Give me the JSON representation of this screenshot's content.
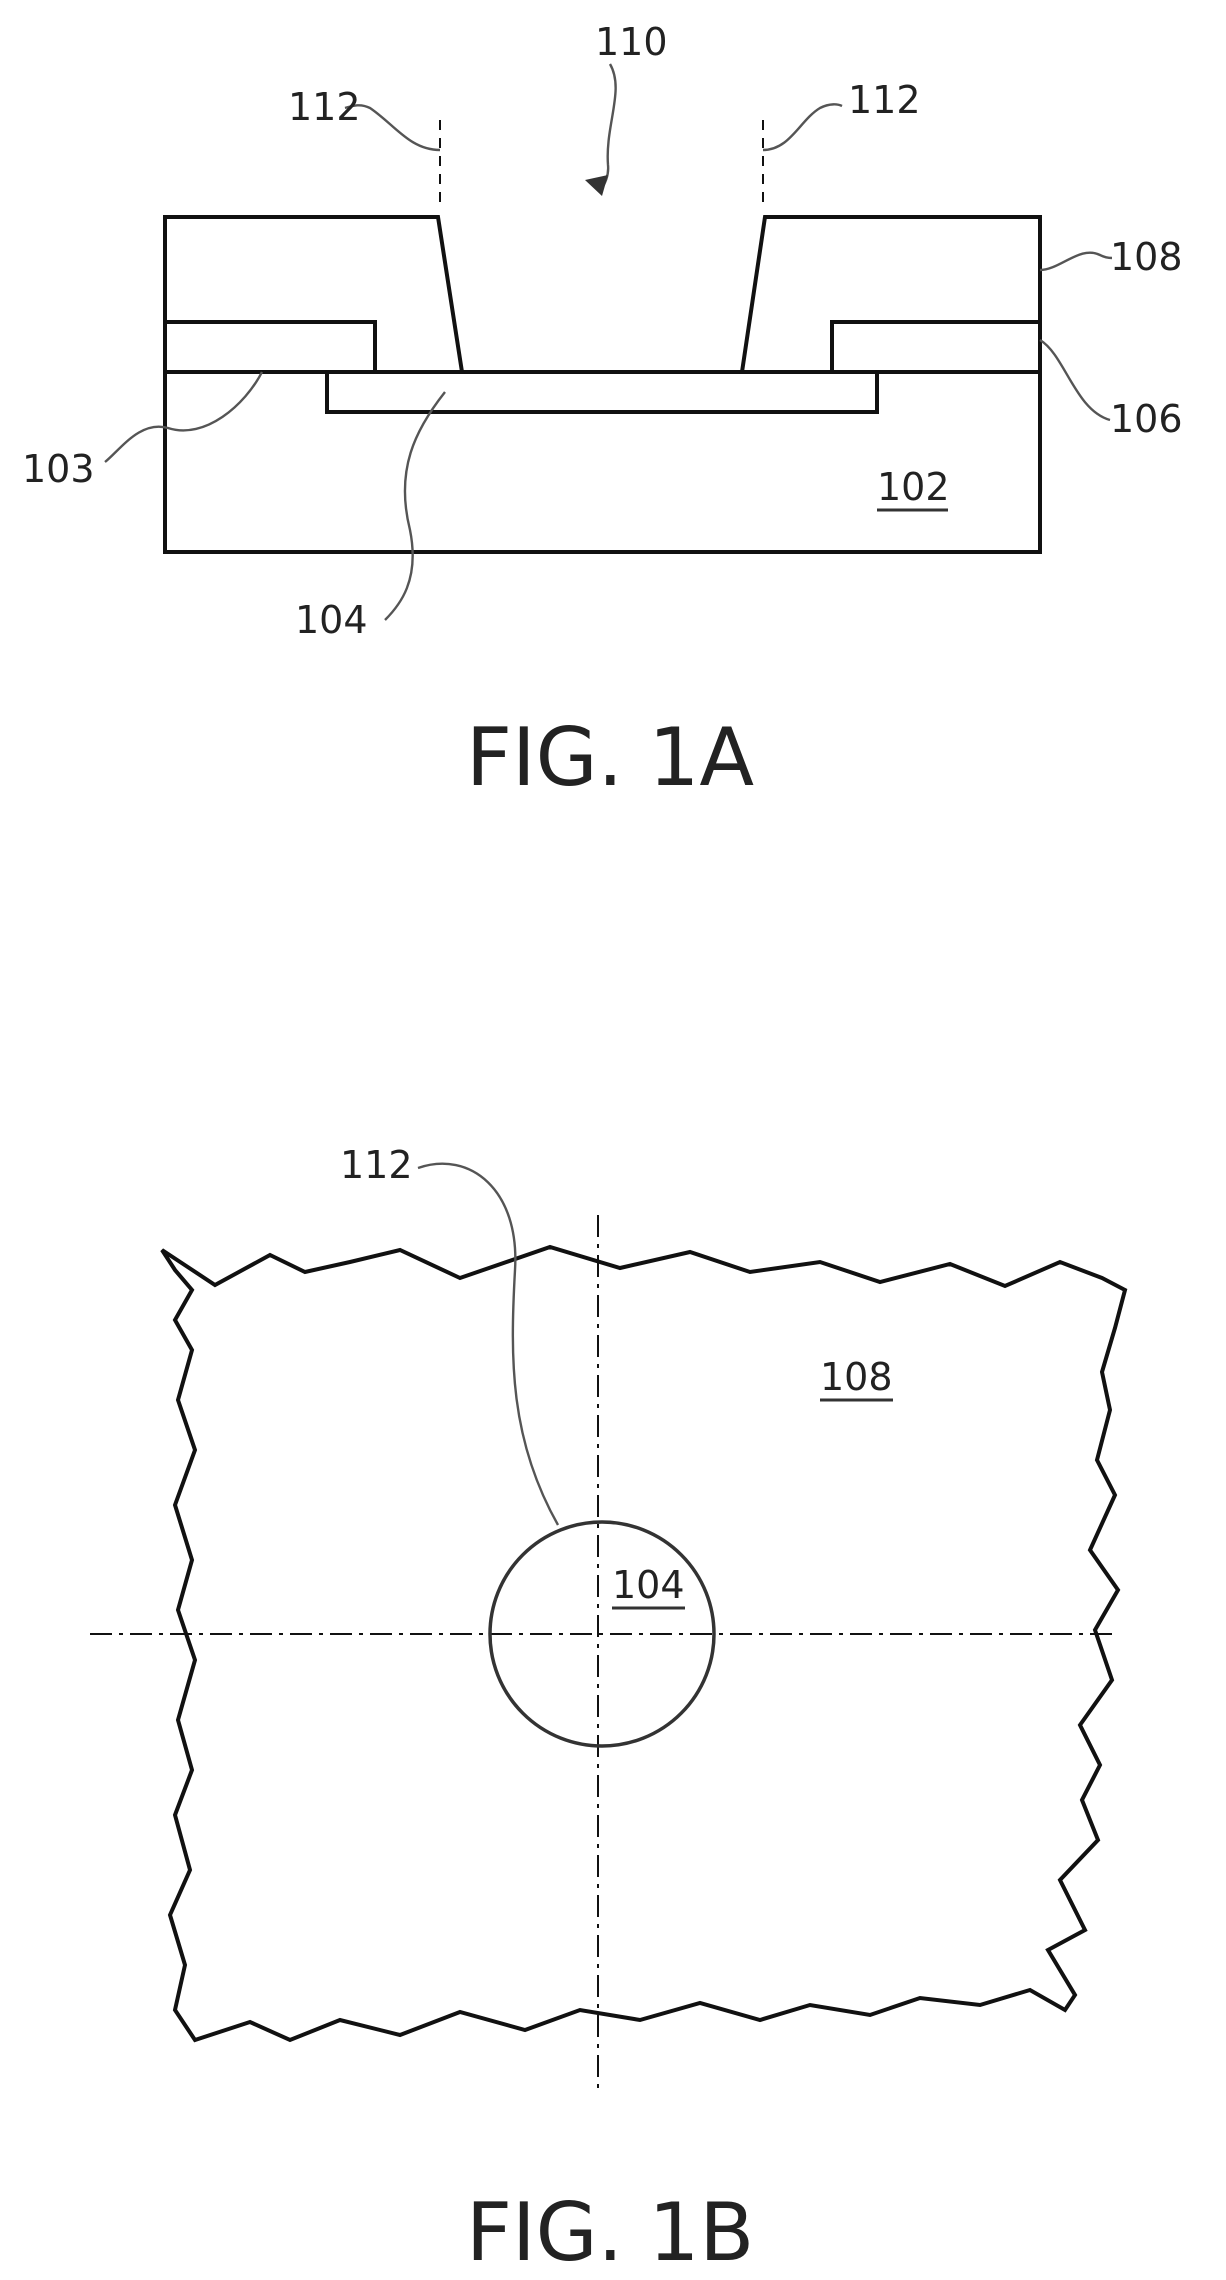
{
  "figure_1a": {
    "caption": "FIG. 1A",
    "labels": {
      "l102": "102",
      "l103": "103",
      "l104": "104",
      "l106": "106",
      "l108": "108",
      "l110": "110",
      "l112_left": "112",
      "l112_right": "112"
    }
  },
  "figure_1b": {
    "caption": "FIG. 1B",
    "labels": {
      "l104": "104",
      "l108": "108",
      "l112": "112"
    }
  }
}
